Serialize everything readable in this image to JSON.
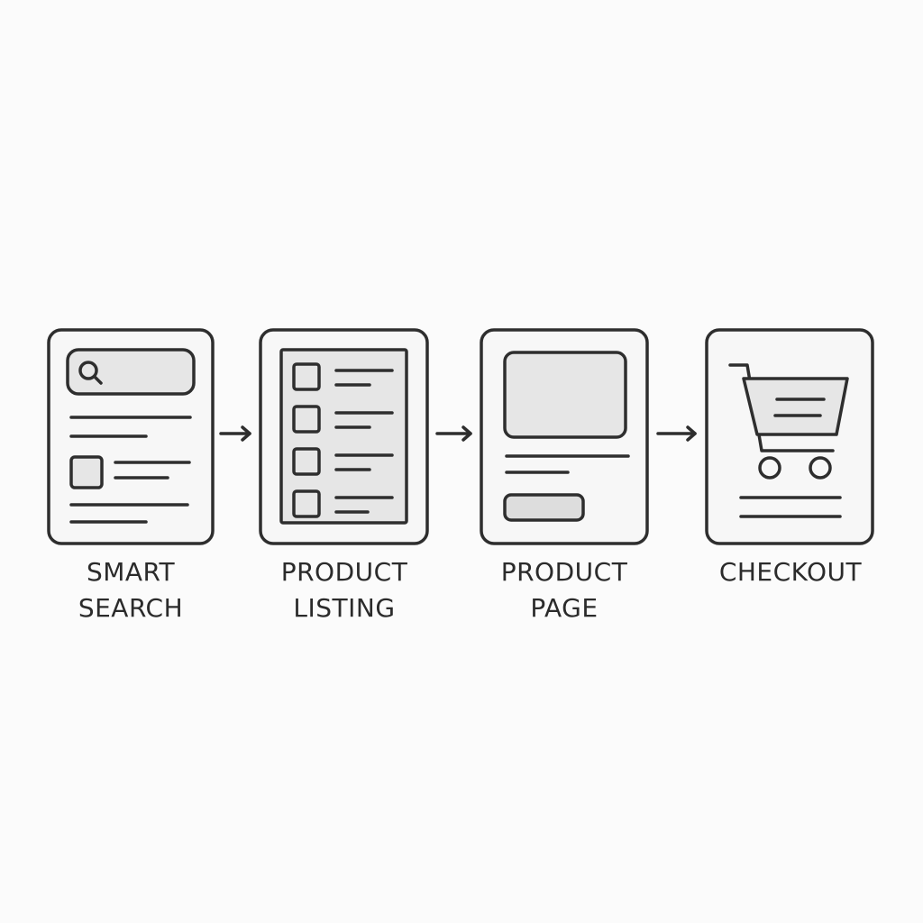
{
  "steps": [
    {
      "line1": "SMART",
      "line2": "SEARCH",
      "icon": "search-page-icon"
    },
    {
      "line1": "PRODUCT",
      "line2": "LISTING",
      "icon": "product-list-icon"
    },
    {
      "line1": "PRODUCT",
      "line2": "PAGE",
      "icon": "product-detail-icon"
    },
    {
      "line1": "CHECKOUT",
      "line2": "",
      "icon": "shopping-cart-icon"
    }
  ],
  "colors": {
    "stroke": "#2e2e2e",
    "fill": "#e6e6e6",
    "card": "#f7f7f7",
    "background": "#fbfbfb"
  }
}
